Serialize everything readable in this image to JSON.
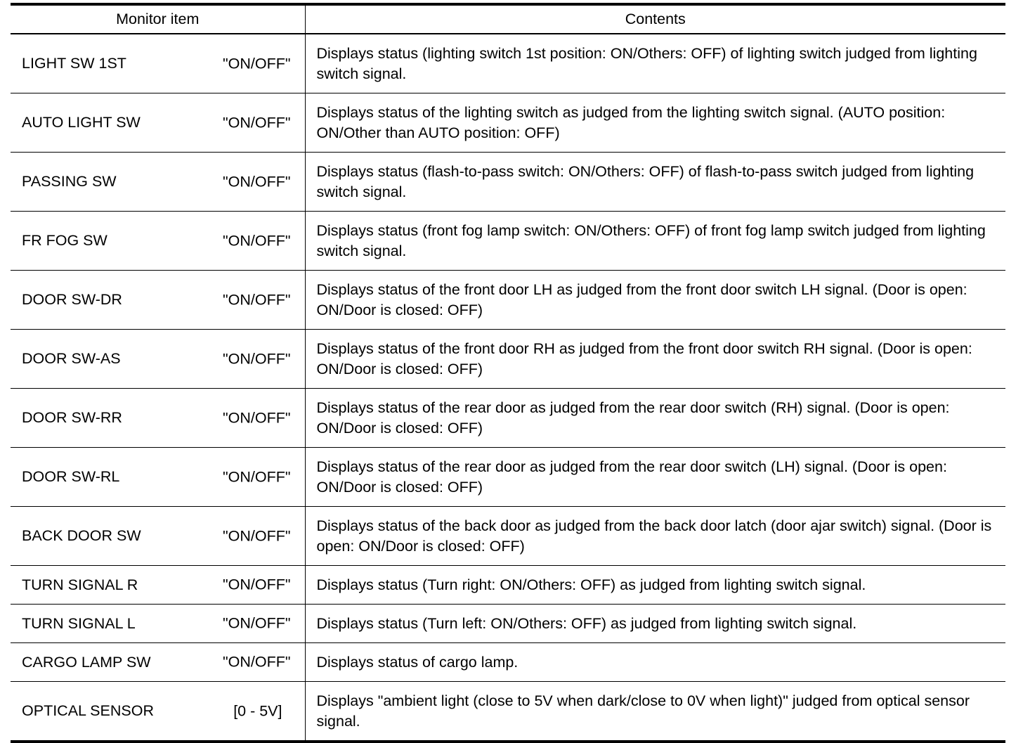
{
  "table": {
    "headers": {
      "item": "Monitor item",
      "contents": "Contents"
    },
    "rows": [
      {
        "item": "LIGHT SW 1ST",
        "value": "\"ON/OFF\"",
        "contents": "Displays status (lighting switch 1st position: ON/Others: OFF) of lighting switch judged from lighting switch signal."
      },
      {
        "item": "AUTO LIGHT SW",
        "value": "\"ON/OFF\"",
        "contents": "Displays status of the lighting switch as judged from the lighting switch signal. (AUTO position: ON/Other than AUTO position: OFF)"
      },
      {
        "item": "PASSING SW",
        "value": "\"ON/OFF\"",
        "contents": "Displays status (flash-to-pass switch: ON/Others: OFF) of flash-to-pass switch judged from lighting switch signal."
      },
      {
        "item": "FR FOG SW",
        "value": "\"ON/OFF\"",
        "contents": "Displays status (front fog lamp switch: ON/Others: OFF) of front fog lamp switch judged from lighting switch signal."
      },
      {
        "item": "DOOR SW-DR",
        "value": "\"ON/OFF\"",
        "contents": "Displays status of the front door LH as judged from the front door switch LH signal. (Door is open: ON/Door is closed: OFF)"
      },
      {
        "item": "DOOR SW-AS",
        "value": "\"ON/OFF\"",
        "contents": "Displays status of the front door RH as judged from the front door switch RH signal. (Door is open: ON/Door is closed: OFF)"
      },
      {
        "item": "DOOR SW-RR",
        "value": "\"ON/OFF\"",
        "contents": "Displays status of the rear door as judged from the rear door switch (RH) signal. (Door is open: ON/Door is closed: OFF)"
      },
      {
        "item": "DOOR SW-RL",
        "value": "\"ON/OFF\"",
        "contents": "Displays status of the rear door as judged from the rear door switch (LH) signal. (Door is open: ON/Door is closed: OFF)"
      },
      {
        "item": "BACK DOOR SW",
        "value": "\"ON/OFF\"",
        "contents": "Displays status of the back door as judged from the back door latch (door ajar switch) signal. (Door is open: ON/Door is closed: OFF)"
      },
      {
        "item": "TURN SIGNAL R",
        "value": "\"ON/OFF\"",
        "contents": "Displays status (Turn right: ON/Others: OFF) as judged from lighting switch signal."
      },
      {
        "item": "TURN SIGNAL L",
        "value": "\"ON/OFF\"",
        "contents": "Displays status (Turn left: ON/Others: OFF) as judged from lighting switch signal."
      },
      {
        "item": "CARGO LAMP SW",
        "value": "\"ON/OFF\"",
        "contents": "Displays status of cargo lamp."
      },
      {
        "item": "OPTICAL SENSOR",
        "value": "[0 - 5V]",
        "contents": "Displays \"ambient light (close to 5V when dark/close to 0V when light)\" judged from optical sensor signal."
      }
    ]
  }
}
